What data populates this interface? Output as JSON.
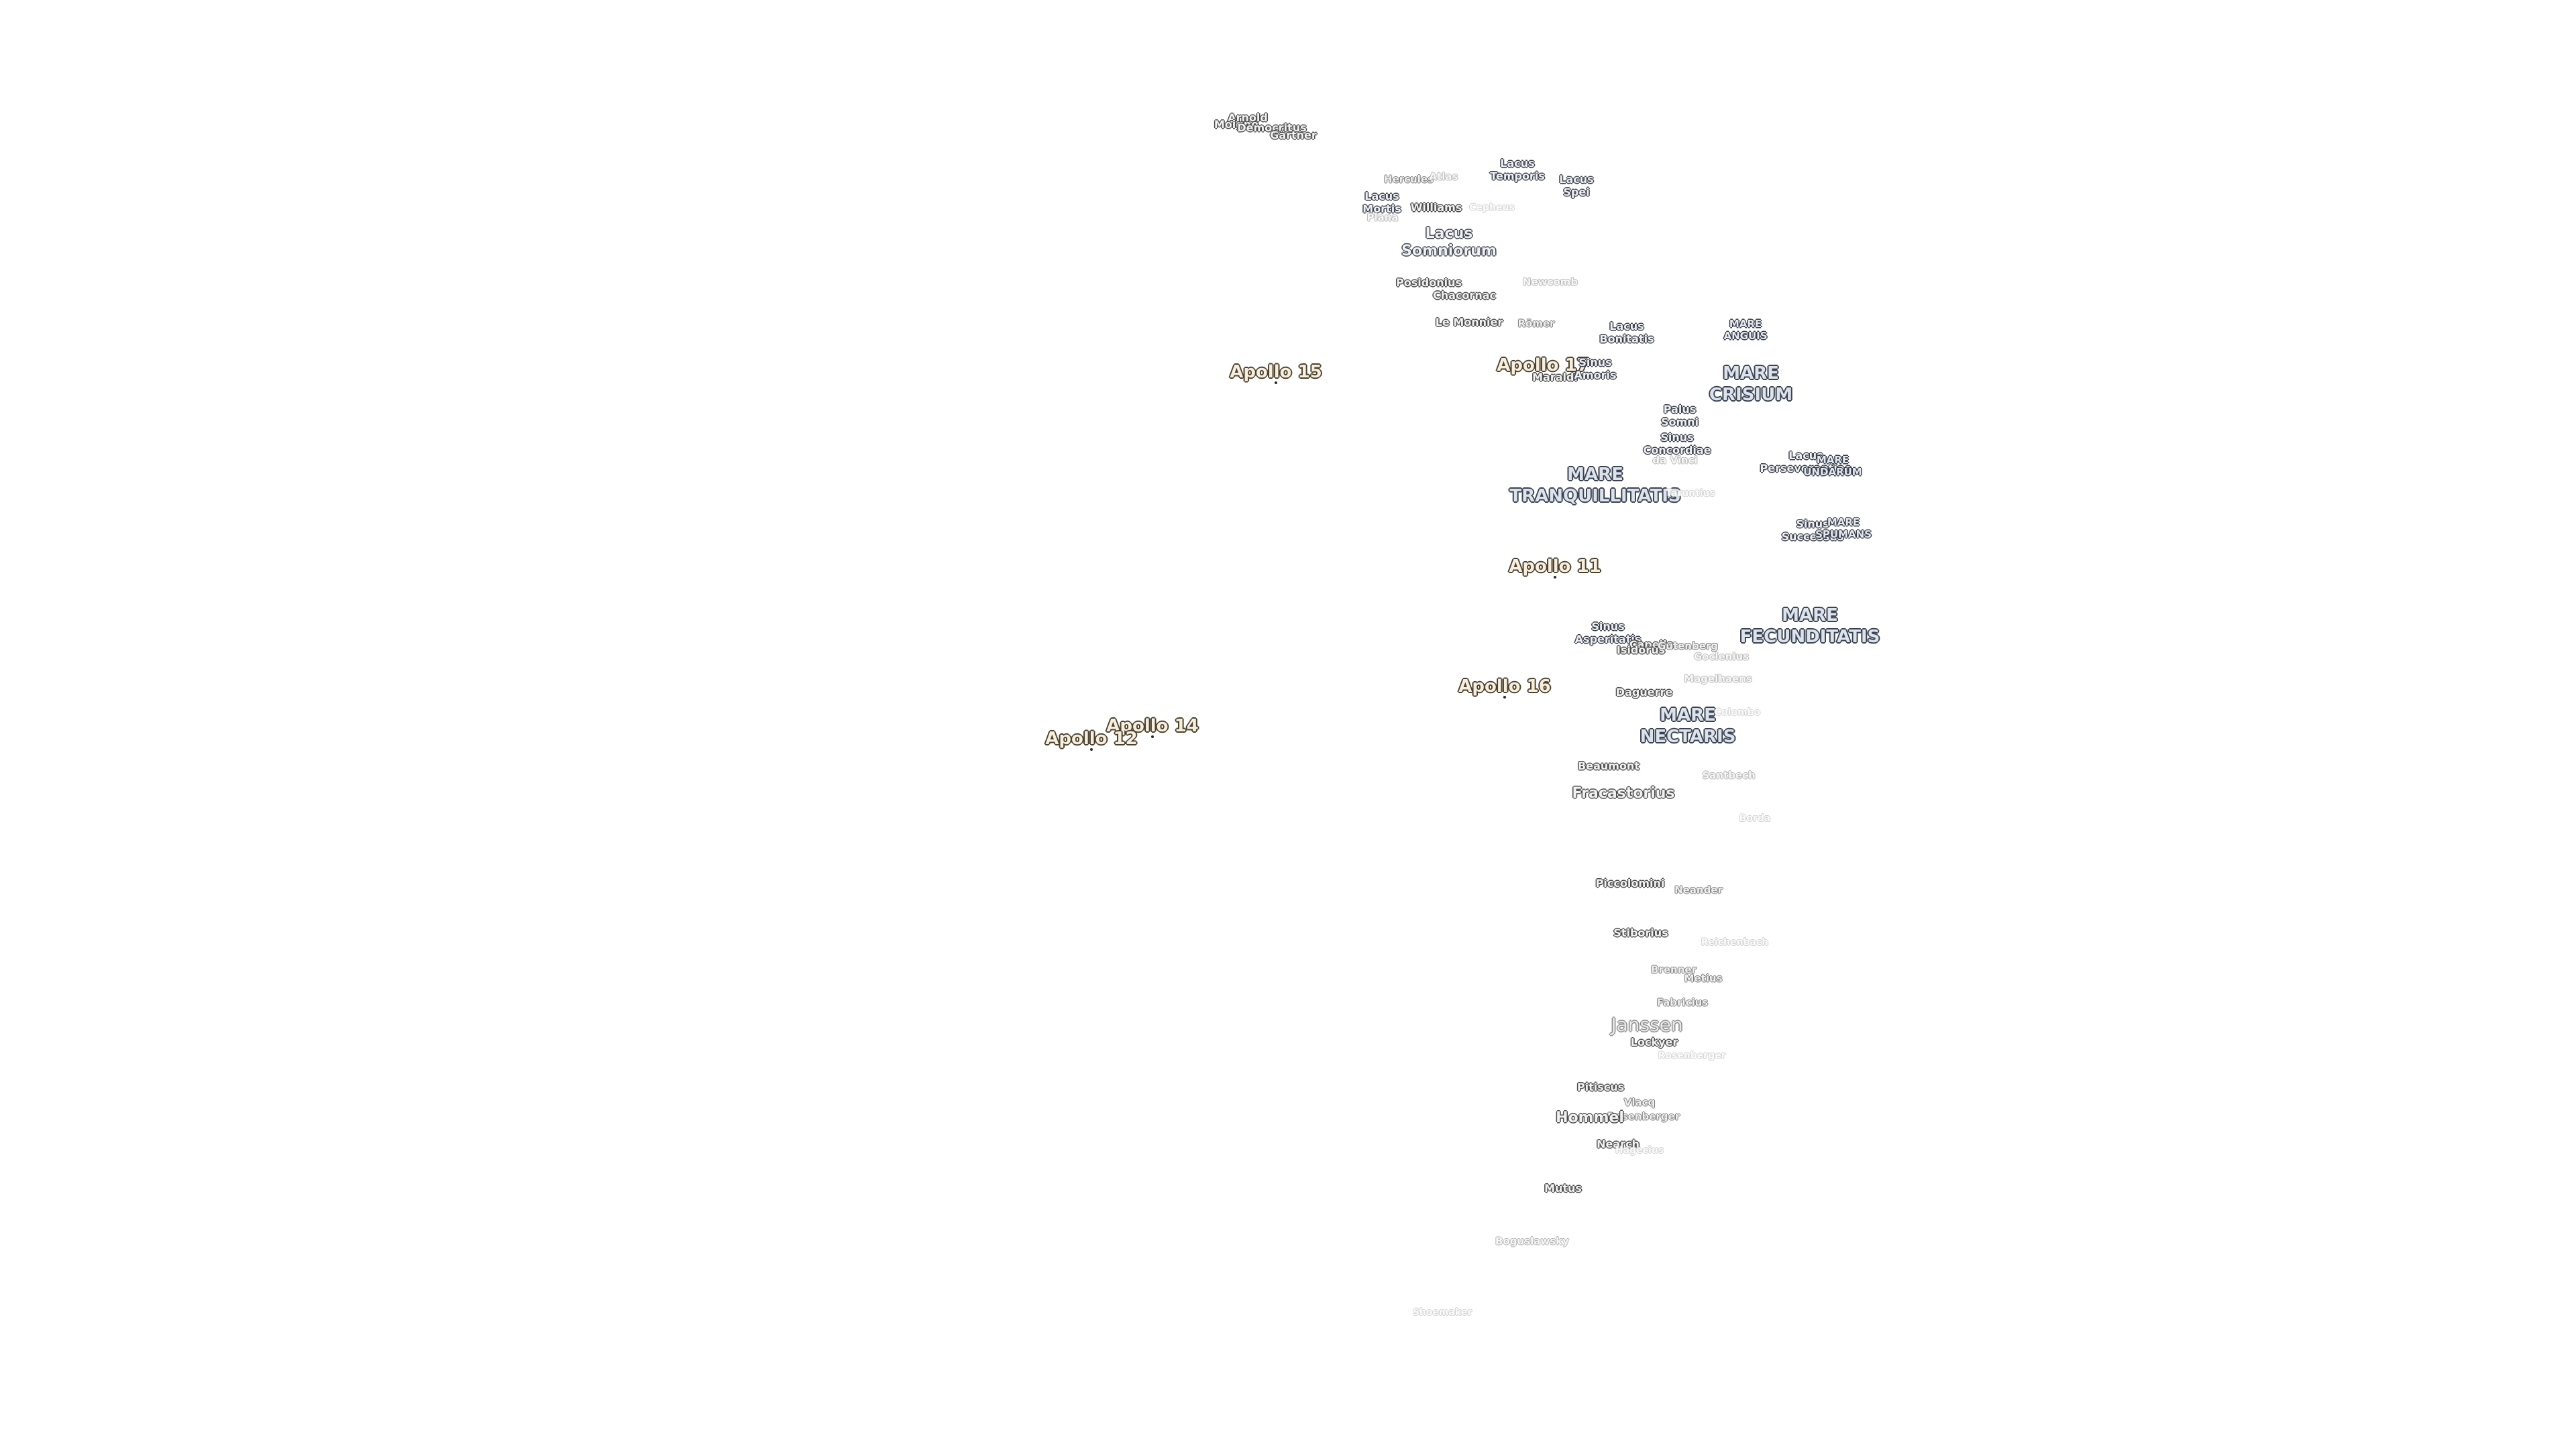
{
  "map": {
    "background": "#ffffff",
    "features": [
      {
        "id": "arnold",
        "text": "Arnold"
      },
      {
        "id": "moigno",
        "text": "Moigno"
      },
      {
        "id": "democritus",
        "text": "Democritus"
      },
      {
        "id": "gartner",
        "text": "Gärtner"
      },
      {
        "id": "hercules",
        "text": "Hercules"
      },
      {
        "id": "atlas",
        "text": "Atlas"
      },
      {
        "id": "lacus-temporis",
        "text": "Lacus\nTemporis"
      },
      {
        "id": "lacus-spei",
        "text": "Lacus\nSpei"
      },
      {
        "id": "lacus-mortis",
        "text": "Lacus\nMortis"
      },
      {
        "id": "plana",
        "text": "Plana"
      },
      {
        "id": "williams",
        "text": "Williams"
      },
      {
        "id": "cepheus",
        "text": "Cepheus"
      },
      {
        "id": "lacus-somniorum",
        "text": "Lacus\nSomniorum"
      },
      {
        "id": "posidonius",
        "text": "Posidonius"
      },
      {
        "id": "chacornac",
        "text": "Chacornac"
      },
      {
        "id": "newcomb",
        "text": "Newcomb"
      },
      {
        "id": "le-monnier",
        "text": "Le Monnier"
      },
      {
        "id": "romer",
        "text": "Römer"
      },
      {
        "id": "lacus-bonitatis",
        "text": "Lacus\nBonitatis"
      },
      {
        "id": "mare-anguis",
        "text": "MARE\nANGUIS"
      },
      {
        "id": "apollo-15",
        "text": "Apollo 15"
      },
      {
        "id": "apollo-17",
        "text": "Apollo 17"
      },
      {
        "id": "maraldi",
        "text": "Maraldi"
      },
      {
        "id": "sinus-amoris",
        "text": "Sinus\nAmoris"
      },
      {
        "id": "mare-crisium",
        "text": "MARE\nCRISIUM"
      },
      {
        "id": "palus-somni",
        "text": "Palus\nSomni"
      },
      {
        "id": "sinus-concordiae",
        "text": "Sinus\nConcordiae"
      },
      {
        "id": "da-vinci",
        "text": "da Vinci"
      },
      {
        "id": "mare-tranquillitatis",
        "text": "MARE\nTRANQUILLITATIS"
      },
      {
        "id": "taruntius",
        "text": "Taruntius"
      },
      {
        "id": "lacus-perseverantiae",
        "text": "Lacus\nPerseverantiae"
      },
      {
        "id": "mare-undarum",
        "text": "MARE\nUNDARUM"
      },
      {
        "id": "sinus-successus",
        "text": "Sinus\nSuccessus"
      },
      {
        "id": "mare-spumans",
        "text": "MARE\nSPUMANS"
      },
      {
        "id": "apollo-11",
        "text": "Apollo 11"
      },
      {
        "id": "mare-fecunditatis",
        "text": "MARE\nFECUNDITATIS"
      },
      {
        "id": "sinus-asperitatis",
        "text": "Sinus\nAsperitatis"
      },
      {
        "id": "capella",
        "text": "Capella"
      },
      {
        "id": "isidorus",
        "text": "Isidorus"
      },
      {
        "id": "gutenberg",
        "text": "Gutenberg"
      },
      {
        "id": "goclenius",
        "text": "Goclenius"
      },
      {
        "id": "apollo-16",
        "text": "Apollo 16"
      },
      {
        "id": "magelhaens",
        "text": "Magelhaens"
      },
      {
        "id": "daguerre",
        "text": "Daguerre"
      },
      {
        "id": "apollo-14",
        "text": "Apollo 14"
      },
      {
        "id": "apollo-12",
        "text": "Apollo 12"
      },
      {
        "id": "mare-nectaris",
        "text": "MARE\nNECTARIS"
      },
      {
        "id": "colombo",
        "text": "Colombo"
      },
      {
        "id": "beaumont",
        "text": "Beaumont"
      },
      {
        "id": "santbech",
        "text": "Santbech"
      },
      {
        "id": "fracastorius",
        "text": "Fracastorius"
      },
      {
        "id": "borda",
        "text": "Borda"
      },
      {
        "id": "piccolomini",
        "text": "Piccolomini"
      },
      {
        "id": "neander",
        "text": "Neander"
      },
      {
        "id": "stiborius",
        "text": "Stiborius"
      },
      {
        "id": "reichenbach",
        "text": "Reichenbach"
      },
      {
        "id": "brenner",
        "text": "Brenner"
      },
      {
        "id": "metius",
        "text": "Metius"
      },
      {
        "id": "fabricius",
        "text": "Fabricius"
      },
      {
        "id": "janssen",
        "text": "Janssen"
      },
      {
        "id": "lockyer",
        "text": "Lockyer"
      },
      {
        "id": "rosenberger",
        "text": "Rosenberger"
      },
      {
        "id": "pitiscus",
        "text": "Pitiscus"
      },
      {
        "id": "vlacq",
        "text": "Vlacq"
      },
      {
        "id": "hommel",
        "text": "Hommel"
      },
      {
        "id": "nearch",
        "text": "Nearch"
      },
      {
        "id": "hagecius",
        "text": "Hagecius"
      },
      {
        "id": "mutus",
        "text": "Mutus"
      },
      {
        "id": "boguslawsky",
        "text": "Boguslawsky"
      },
      {
        "id": "shoemaker",
        "text": "Shoemaker"
      }
    ]
  }
}
